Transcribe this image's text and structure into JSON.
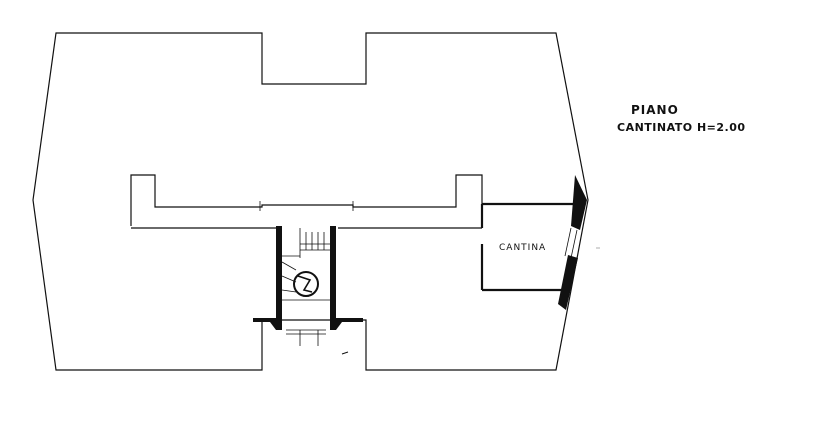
{
  "title": {
    "line1": "PIANO",
    "line2": "CANTINATO H=2.00"
  },
  "rooms": {
    "cantina": "CANTINA"
  },
  "colors": {
    "ink": "#111111",
    "paper": "#ffffff"
  }
}
